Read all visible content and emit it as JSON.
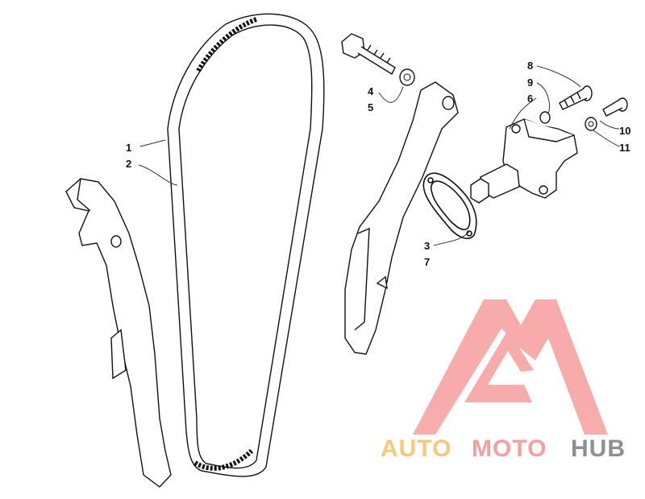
{
  "callouts": {
    "c1": "1",
    "c2": "2",
    "c3": "3",
    "c7": "7",
    "c4": "4",
    "c5": "5",
    "c6": "6",
    "c8": "8",
    "c9": "9",
    "c10": "10",
    "c11": "11"
  },
  "watermark": {
    "part1": "AUTO",
    "part2": "MOTO",
    "part3": "HUB",
    "colors": {
      "auto": "#f6c97a",
      "moto": "#f4a0a0",
      "hub": "#8f8f8f",
      "logo": "#f59090"
    }
  }
}
